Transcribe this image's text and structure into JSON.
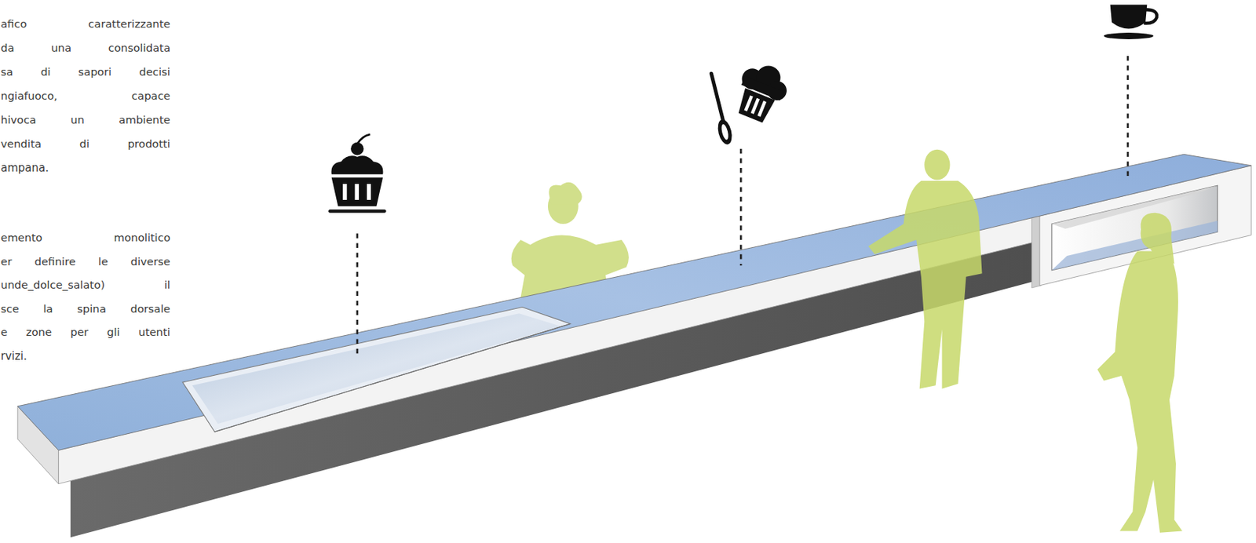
{
  "diagram": {
    "labels": [
      "afico caratterizzante",
      "da una consolidata",
      "sa di sapori decisi",
      "ngiafuoco, capace",
      "hivoca un ambiente",
      "vendita di prodotti",
      "ampana.",
      "emento monolitico",
      "er definire le diverse",
      "unde_dolce_salato) il",
      "sce la spina dorsale",
      "e zone per gli utenti",
      "rvizi."
    ]
  }
}
